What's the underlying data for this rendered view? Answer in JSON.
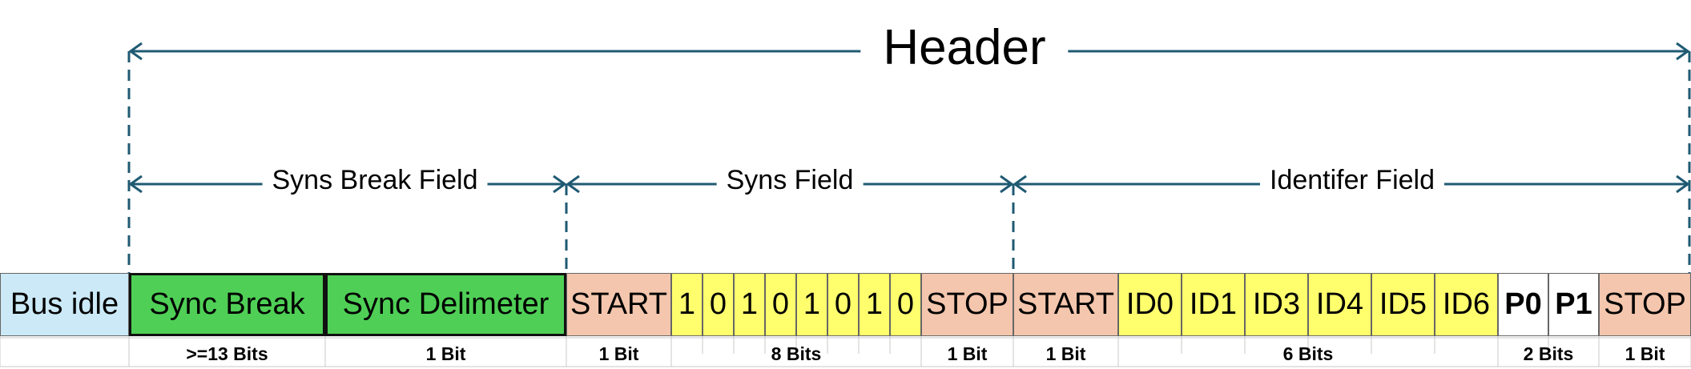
{
  "header_label": "Header",
  "fields": [
    {
      "label": "Syns Break Field"
    },
    {
      "label": "Syns Field"
    },
    {
      "label": "Identifer Field"
    }
  ],
  "row_cells": [
    {
      "label": "Bus idle",
      "color": "#cbe9f6",
      "width": 161
    },
    {
      "label": "Sync Break",
      "color": "#4fcf56",
      "width": 245
    },
    {
      "label": "Sync Delimeter",
      "color": "#4fcf56",
      "width": 301
    },
    {
      "label": "START",
      "color": "#f4c6ad",
      "width": 131
    },
    {
      "label": "1",
      "color": "#ffff6e",
      "width": 39
    },
    {
      "label": "0",
      "color": "#ffff6e",
      "width": 39
    },
    {
      "label": "1",
      "color": "#ffff6e",
      "width": 39
    },
    {
      "label": "0",
      "color": "#ffff6e",
      "width": 39
    },
    {
      "label": "1",
      "color": "#ffff6e",
      "width": 39
    },
    {
      "label": "0",
      "color": "#ffff6e",
      "width": 39
    },
    {
      "label": "1",
      "color": "#ffff6e",
      "width": 39
    },
    {
      "label": "0",
      "color": "#ffff6e",
      "width": 39
    },
    {
      "label": "STOP",
      "color": "#f4c6ad",
      "width": 115
    },
    {
      "label": "START",
      "color": "#f4c6ad",
      "width": 131
    },
    {
      "label": "ID0",
      "color": "#ffff6e",
      "width": 79
    },
    {
      "label": "ID1",
      "color": "#ffff6e",
      "width": 79
    },
    {
      "label": "ID3",
      "color": "#ffff6e",
      "width": 79
    },
    {
      "label": "ID4",
      "color": "#ffff6e",
      "width": 79
    },
    {
      "label": "ID5",
      "color": "#ffff6e",
      "width": 79
    },
    {
      "label": "ID6",
      "color": "#ffff6e",
      "width": 79
    },
    {
      "label": "P0",
      "color": "#ffffff",
      "width": 63
    },
    {
      "label": "P1",
      "color": "#ffffff",
      "width": 63
    },
    {
      "label": "STOP",
      "color": "#f4c6ad",
      "width": 115
    }
  ],
  "bit_counts": [
    {
      "label": "",
      "width": 161
    },
    {
      "label": ">=13 Bits",
      "width": 245
    },
    {
      "label": "1 Bit",
      "width": 301
    },
    {
      "label": "1 Bit",
      "width": 131
    },
    {
      "label": "8 Bits",
      "width": 312
    },
    {
      "label": "1 Bit",
      "width": 115
    },
    {
      "label": "1 Bit",
      "width": 131
    },
    {
      "label": "6 Bits",
      "width": 474
    },
    {
      "label": "2 Bits",
      "width": 126
    },
    {
      "label": "1 Bit",
      "width": 115
    }
  ],
  "colors": {
    "arrow": "#1f5a73"
  }
}
